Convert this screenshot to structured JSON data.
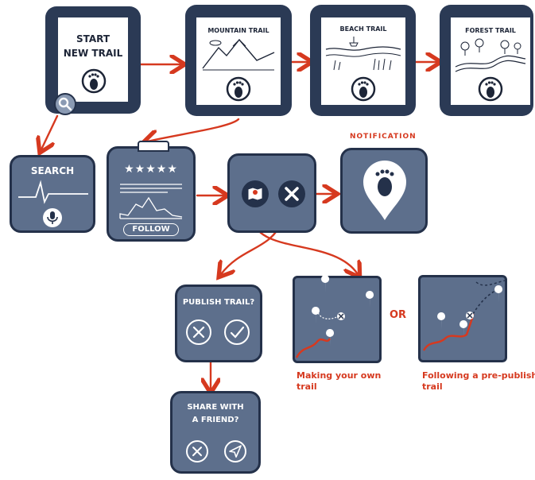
{
  "screens": {
    "start": {
      "line1": "START",
      "line2": "NEW TRAIL"
    },
    "mountain": {
      "title": "MOUNTAIN TRAIL"
    },
    "beach": {
      "title": "BEACH TRAIL"
    },
    "forest": {
      "title": "FOREST TRAIL"
    },
    "search": {
      "title": "SEARCH"
    },
    "detail": {
      "stars": "★★★★★",
      "follow_label": "FOLLOW"
    },
    "notification": {
      "label": "NOTIFICATION"
    },
    "publish": {
      "title": "PUBLISH TRAIL?"
    },
    "share": {
      "line1": "SHARE WITH",
      "line2": "A FRIEND?"
    }
  },
  "connector_or": "OR",
  "captions": {
    "own_line1": "Making your own",
    "own_line2": "trail",
    "follow_line1": "Following a pre-published",
    "follow_line2": "trail"
  },
  "colors": {
    "panel": "#5d6f8c",
    "frame": "#2b3a55",
    "arrow": "#d6391f"
  }
}
